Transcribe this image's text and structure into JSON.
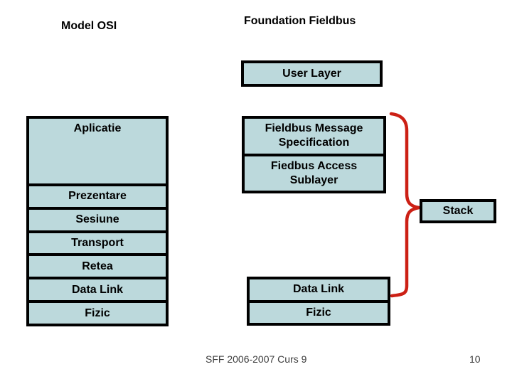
{
  "titles": {
    "left": "Model OSI",
    "right": "Foundation Fieldbus"
  },
  "osi": {
    "layers": [
      "Aplicatie",
      "Prezentare",
      "Sesiune",
      "Transport",
      "Retea",
      "Data Link",
      "Fizic"
    ]
  },
  "fieldbus": {
    "user_layer": "User Layer",
    "fms": "Fieldbus Message Specification",
    "fas": "Fiedbus Access Sublayer",
    "data_link": "Data Link",
    "fizic": "Fizic",
    "stack_label": "Stack"
  },
  "footer": {
    "left_text": "SFF 2006-2007 Curs 9",
    "page_number": "10"
  },
  "colors": {
    "box_fill": "#bcd9dc",
    "box_border": "#000000",
    "brace": "#cc2015",
    "footer_text": "#3d3d3d"
  }
}
